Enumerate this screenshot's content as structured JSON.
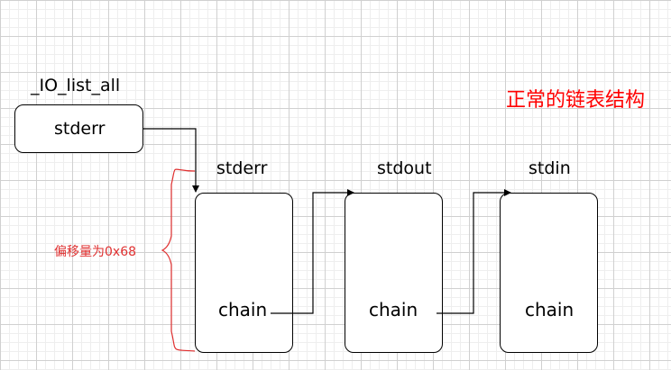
{
  "head_label": "_IO_list_all",
  "head_box_text": "stderr",
  "title": "正常的链表结构",
  "offset_note": "偏移量为0x68",
  "nodes": [
    {
      "name": "stderr",
      "field": "chain"
    },
    {
      "name": "stdout",
      "field": "chain"
    },
    {
      "name": "stdin",
      "field": "chain"
    }
  ],
  "colors": {
    "title": "#ff0000",
    "brace": "#e03030",
    "stroke": "#000000"
  }
}
